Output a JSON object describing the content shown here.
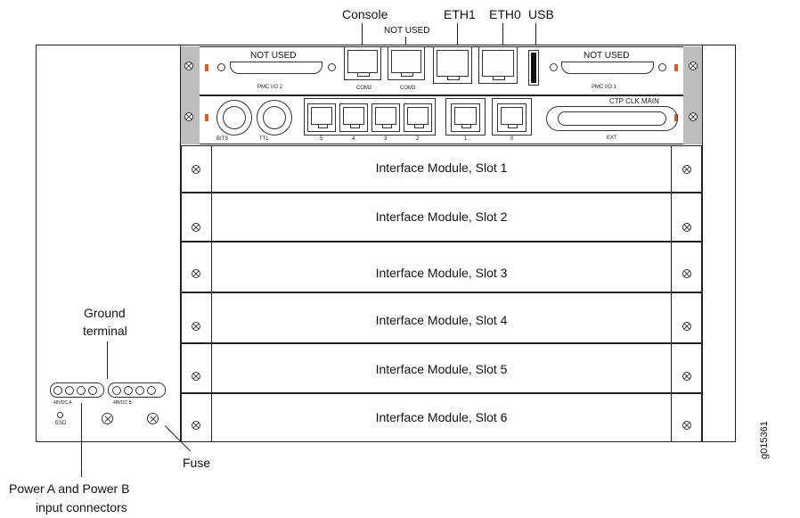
{
  "callouts": {
    "console": "Console",
    "not_used_top": "NOT USED",
    "eth1": "ETH1",
    "eth0": "ETH0",
    "usb": "USB",
    "ground_terminal_line1": "Ground",
    "ground_terminal_line2": "terminal",
    "fuse": "Fuse",
    "power_line1": "Power A and Power B",
    "power_line2": "input connectors",
    "figure_id": "g015361"
  },
  "faceplate": {
    "row1": {
      "not_used_left": "NOT USED",
      "not_used_right": "NOT USED",
      "pmc_io2": "PMC I/O 2",
      "pmc_io1": "PMC I/O 1",
      "com2": "COM2",
      "com3": "COM3"
    },
    "row2": {
      "ctp_clk_main": "CTP CLK MAIN",
      "bits": "BITS",
      "ttl": "TTL",
      "port5": "5",
      "port4": "4",
      "port3": "3",
      "port2": "2",
      "port1": "1",
      "port0": "0",
      "ext": "EXT"
    }
  },
  "modules": [
    {
      "label": "Interface Module, Slot 1"
    },
    {
      "label": "Interface Module, Slot 2"
    },
    {
      "label": "Interface Module, Slot 3"
    },
    {
      "label": "Interface Module, Slot 4"
    },
    {
      "label": "Interface Module, Slot 5"
    },
    {
      "label": "Interface Module, Slot 6"
    }
  ],
  "power": {
    "label_a": "48VDC A",
    "label_b": "48VDC B",
    "esd": "ESD"
  },
  "colors": {
    "led": "#e4571f",
    "ear": "#bdbdbd"
  }
}
